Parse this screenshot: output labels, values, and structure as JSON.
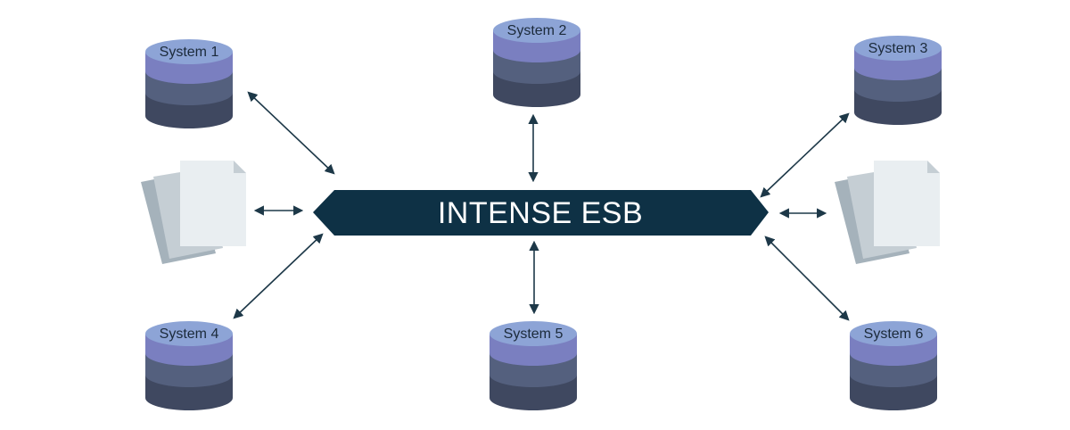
{
  "bus": {
    "label": "INTENSE ESB"
  },
  "systems": [
    {
      "id": "system-1",
      "label": "System 1"
    },
    {
      "id": "system-2",
      "label": "System 2"
    },
    {
      "id": "system-3",
      "label": "System 3"
    },
    {
      "id": "system-4",
      "label": "System 4"
    },
    {
      "id": "system-5",
      "label": "System 5"
    },
    {
      "id": "system-6",
      "label": "System 6"
    }
  ],
  "documents": [
    {
      "id": "documents-left"
    },
    {
      "id": "documents-right"
    }
  ],
  "colors": {
    "bus": "#0e3145",
    "cylinder_top": "#8da4d6",
    "cylinder_band1": "#7a7fc0",
    "cylinder_band2": "#54607e",
    "cylinder_band3": "#3f4860",
    "arrow": "#1d3848",
    "paper_back": "#a5b2bb",
    "paper_mid": "#c5ced4",
    "paper_front": "#e9eef1"
  }
}
